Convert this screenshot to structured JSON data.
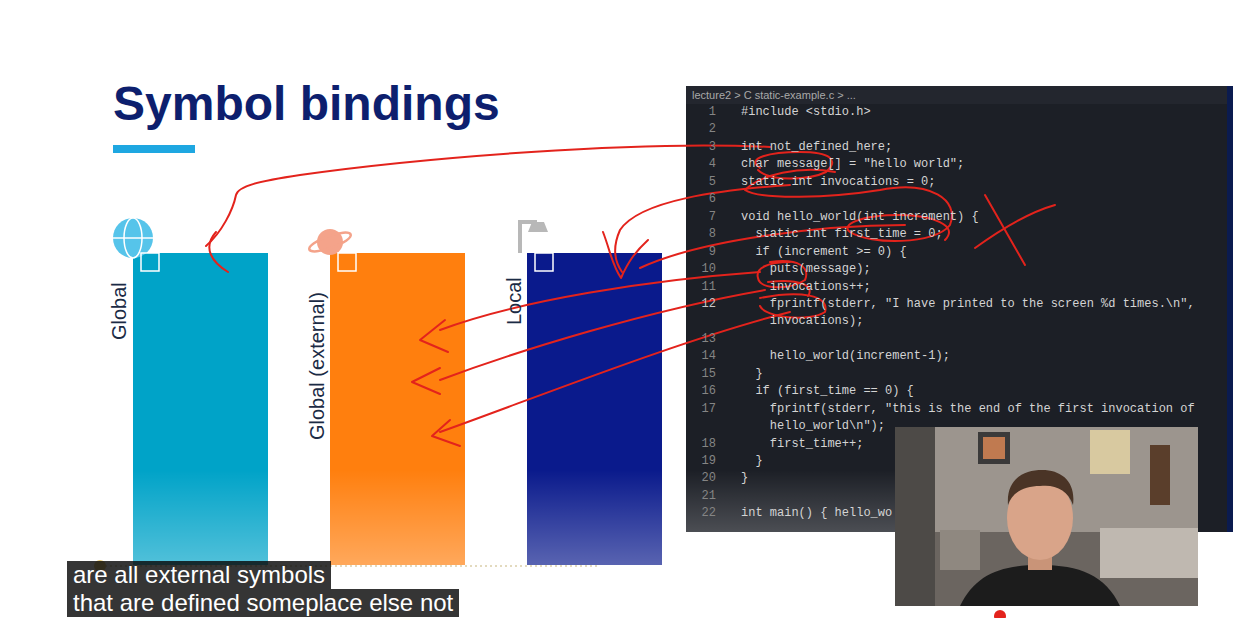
{
  "diagram": {
    "title": "Symbol bindings",
    "nodes": [
      {
        "text": [
          "Global"
        ]
      },
      {
        "text": [
          "Global (external)"
        ]
      },
      {
        "text": [
          "Local"
        ]
      },
      {
        "text": [
          "lecture2 > C static-example.c > ...",
          "#include <stdio.h>",
          "int not_defined_here;",
          "char message[] = \"hello world\";",
          "static int invocations = 0;",
          "void hello_world(int increment) {",
          "static int first_time = 0;",
          "if (increment >= 0) {",
          "puts(message);",
          "invocations++;",
          "fprintf(stderr, \"I have printed to the screen %d times.\\n\", invocations);",
          "hello_world(increment-1);",
          "}",
          "if (first_time == 0) {",
          "fprintf(stderr, \"this is the end of the first invocation of hello_world\\n\");",
          "first_time++;",
          "}",
          "}",
          "int main() { hello_wo"
        ]
      }
    ],
    "labels": [
      "1",
      "2",
      "3",
      "4",
      "5",
      "6",
      "7",
      "8",
      "9",
      "10",
      "11",
      "12",
      "13",
      "14",
      "15",
      "16",
      "17",
      "18",
      "19",
      "20",
      "21",
      "22",
      "are all external symbols",
      "that are defined someplace else not"
    ]
  }
}
